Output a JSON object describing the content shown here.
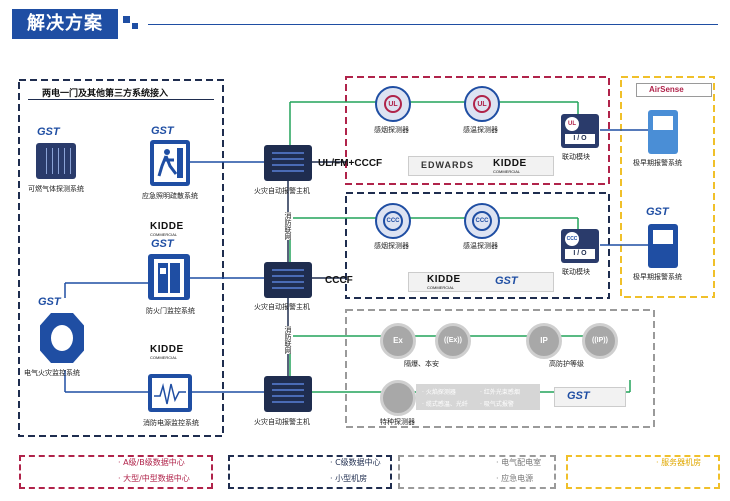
{
  "header": {
    "title": "解决方案"
  },
  "panels": {
    "third_party": "两电一门及其他第三方系统接入",
    "airsense": "AirSense"
  },
  "devices": {
    "gas_detect": "可燃气体探测系统",
    "emergency_light": "应急照明疏散系统",
    "fire_door": "防火门监控系统",
    "electrical_fire": "电气火灾监控系统",
    "fire_power": "消防电源监控系统",
    "host1": "火灾自动报警主机",
    "host2": "火灾自动报警主机",
    "host3": "火灾自动报警主机",
    "smoke_a": "感烟探测器",
    "heat_a": "感温探测器",
    "link_a": "联动模块",
    "smoke_c": "感烟探测器",
    "heat_c": "感温探测器",
    "link_c": "联动模块",
    "vesda1": "极早期报警系统",
    "vesda2": "极早期报警系统",
    "explosion": "隔爆、本安",
    "high_ip": "高防护等级",
    "special": "特种探测器",
    "special_list": [
      "· 火焰探测器",
      "· 红外光束感烟",
      "· 缆式感温、光纤",
      "· 吸气式报警"
    ]
  },
  "standards": {
    "a": "UL/FM+CCCF",
    "c": "CCCF"
  },
  "vertical_labels": {
    "v1": "消防联网",
    "v2": "消防联网"
  },
  "brands": {
    "gst": "GST",
    "kidde": "KIDDE",
    "kidde_sub": "COMMERCIAL",
    "edwards": "EDWARDS",
    "io": "I / O",
    "ul": "UL",
    "ccc": "CCC",
    "ex": "Ex",
    "ip": "IP"
  },
  "legend": {
    "red": [
      "· A级/B级数据中心",
      "· 大型/中型数据中心"
    ],
    "navy": [
      "· C级数据中心",
      "· 小型机房"
    ],
    "gray": [
      "· 电气配电室",
      "· 应急电源"
    ],
    "yellow": [
      "· 服务器机房"
    ]
  },
  "colors": {
    "navy": "#1f2d4f",
    "red": "#b0234a",
    "gray": "#9a9a9a",
    "yellow": "#f0c02a",
    "green": "#22a35a",
    "blue": "#1f4ea3"
  }
}
